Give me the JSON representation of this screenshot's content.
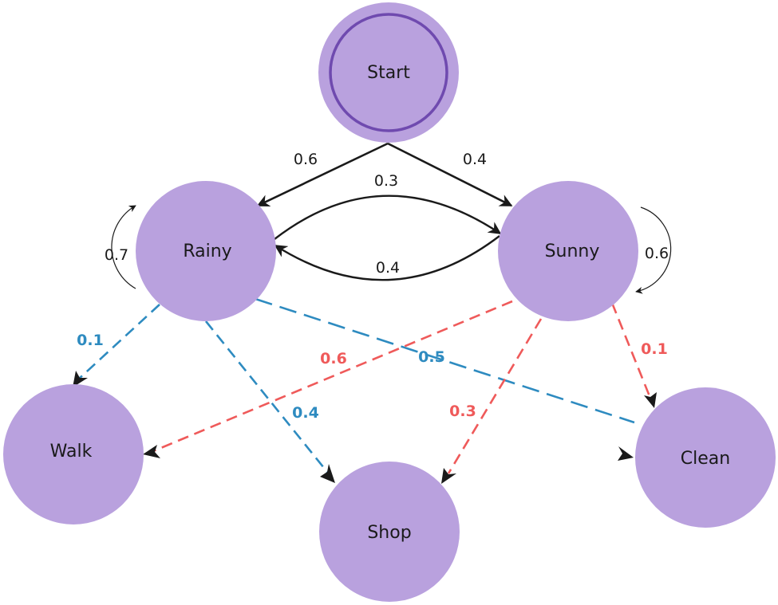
{
  "colors": {
    "node_fill": "#b9a1de",
    "start_ring": "#6f4aaf",
    "edge_black": "#1a1a1a",
    "emission_rainy": "#2e8bc0",
    "emission_sunny": "#ef5a5a"
  },
  "nodes": {
    "start": "Start",
    "rainy": "Rainy",
    "sunny": "Sunny",
    "walk": "Walk",
    "shop": "Shop",
    "clean": "Clean"
  },
  "transitions": {
    "start_to_rainy": "0.6",
    "start_to_sunny": "0.4",
    "rainy_to_sunny": "0.3",
    "sunny_to_rainy": "0.4",
    "rainy_self": "0.7",
    "sunny_self": "0.6"
  },
  "emissions": {
    "rainy_walk": "0.1",
    "rainy_shop": "0.4",
    "rainy_clean": "0.5",
    "sunny_walk": "0.6",
    "sunny_shop": "0.3",
    "sunny_clean": "0.1"
  }
}
